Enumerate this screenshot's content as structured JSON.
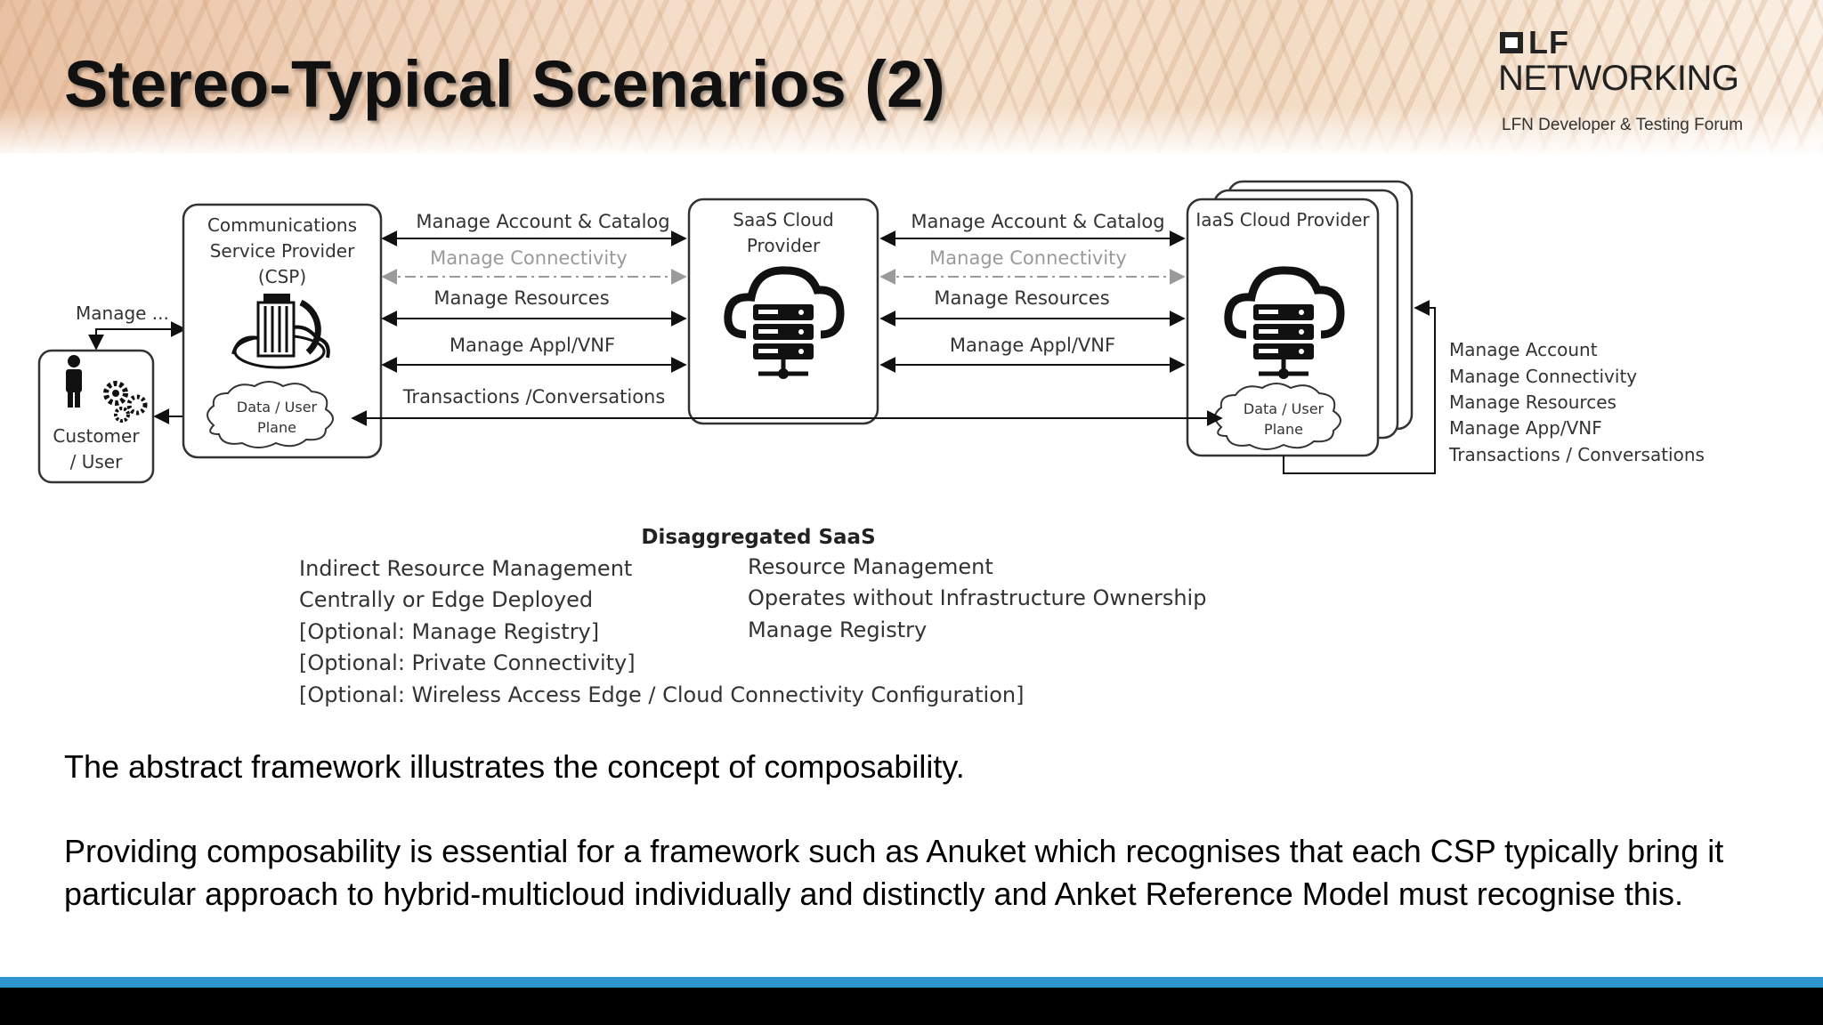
{
  "slide": {
    "title": "Stereo-Typical Scenarios (2)"
  },
  "logo": {
    "lf": "LF",
    "networking": "NETWORKING",
    "tagline": "LFN Developer & Testing Forum"
  },
  "diagram": {
    "customer": [
      "Customer",
      "/ User"
    ],
    "manage_label": "Manage ...",
    "csp": [
      "Communications",
      "Service Provider",
      "(CSP)"
    ],
    "saas": [
      "SaaS Cloud",
      "Provider"
    ],
    "iaas": "IaaS Cloud Provider",
    "data_plane": [
      "Data / User",
      "Plane"
    ],
    "left_links": [
      "Manage Account & Catalog",
      "Manage Connectivity",
      "Manage Resources",
      "Manage Appl/VNF"
    ],
    "right_links": [
      "Manage Account & Catalog",
      "Manage Connectivity",
      "Manage Resources",
      "Manage Appl/VNF"
    ],
    "transactions": "Transactions /Conversations",
    "iaas_side_list": [
      "Manage Account",
      "Manage Connectivity",
      "Manage Resources",
      "Manage App/VNF",
      "Transactions / Conversations"
    ],
    "caption": "Disaggregated SaaS",
    "left_list": [
      "Indirect Resource Management",
      "Centrally or Edge Deployed",
      "[Optional: Manage Registry]",
      "[Optional: Private Connectivity]",
      "[Optional: Wireless Access Edge / Cloud Connectivity Configuration]"
    ],
    "right_list": [
      "Resource Management",
      "Operates without Infrastructure Ownership",
      "Manage Registry"
    ]
  },
  "body": {
    "paragraph1": "The abstract framework illustrates the concept of composability.",
    "paragraph2": "Providing composability is essential for a framework such as Anuket which recognises that each CSP typically bring it particular approach to hybrid-multicloud individually and distinctly and Anket Reference Model must recognise this."
  },
  "colors": {
    "accent_blue": "#2f95d1",
    "footer_black": "#000000",
    "dashed_gray": "#9a9a9a"
  }
}
